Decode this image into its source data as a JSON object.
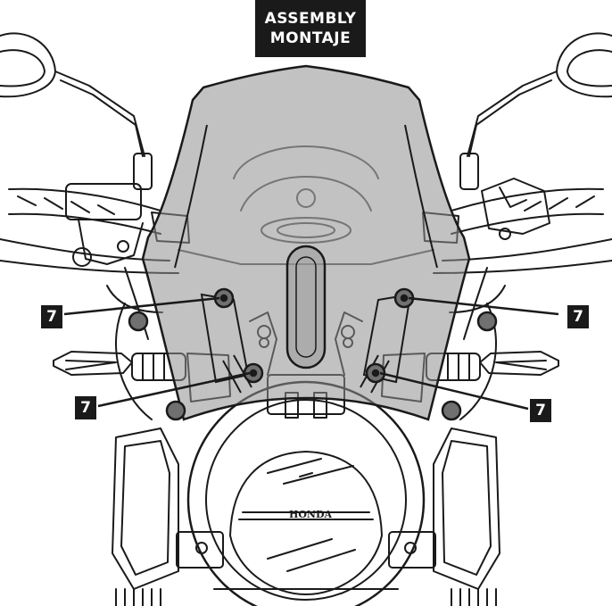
{
  "title": {
    "line1": "ASSEMBLY",
    "line2": "MONTAJE"
  },
  "callouts": {
    "upper_left": "7",
    "lower_left": "7",
    "upper_right": "7",
    "lower_right": "7"
  },
  "headlight_logo": "HONDA",
  "colors": {
    "windscreen_tint": "#8f8f8f",
    "outline": "#1a1a1a",
    "label_bg": "#1a1a1a",
    "label_text": "#ffffff",
    "screw_fill": "#707070"
  }
}
